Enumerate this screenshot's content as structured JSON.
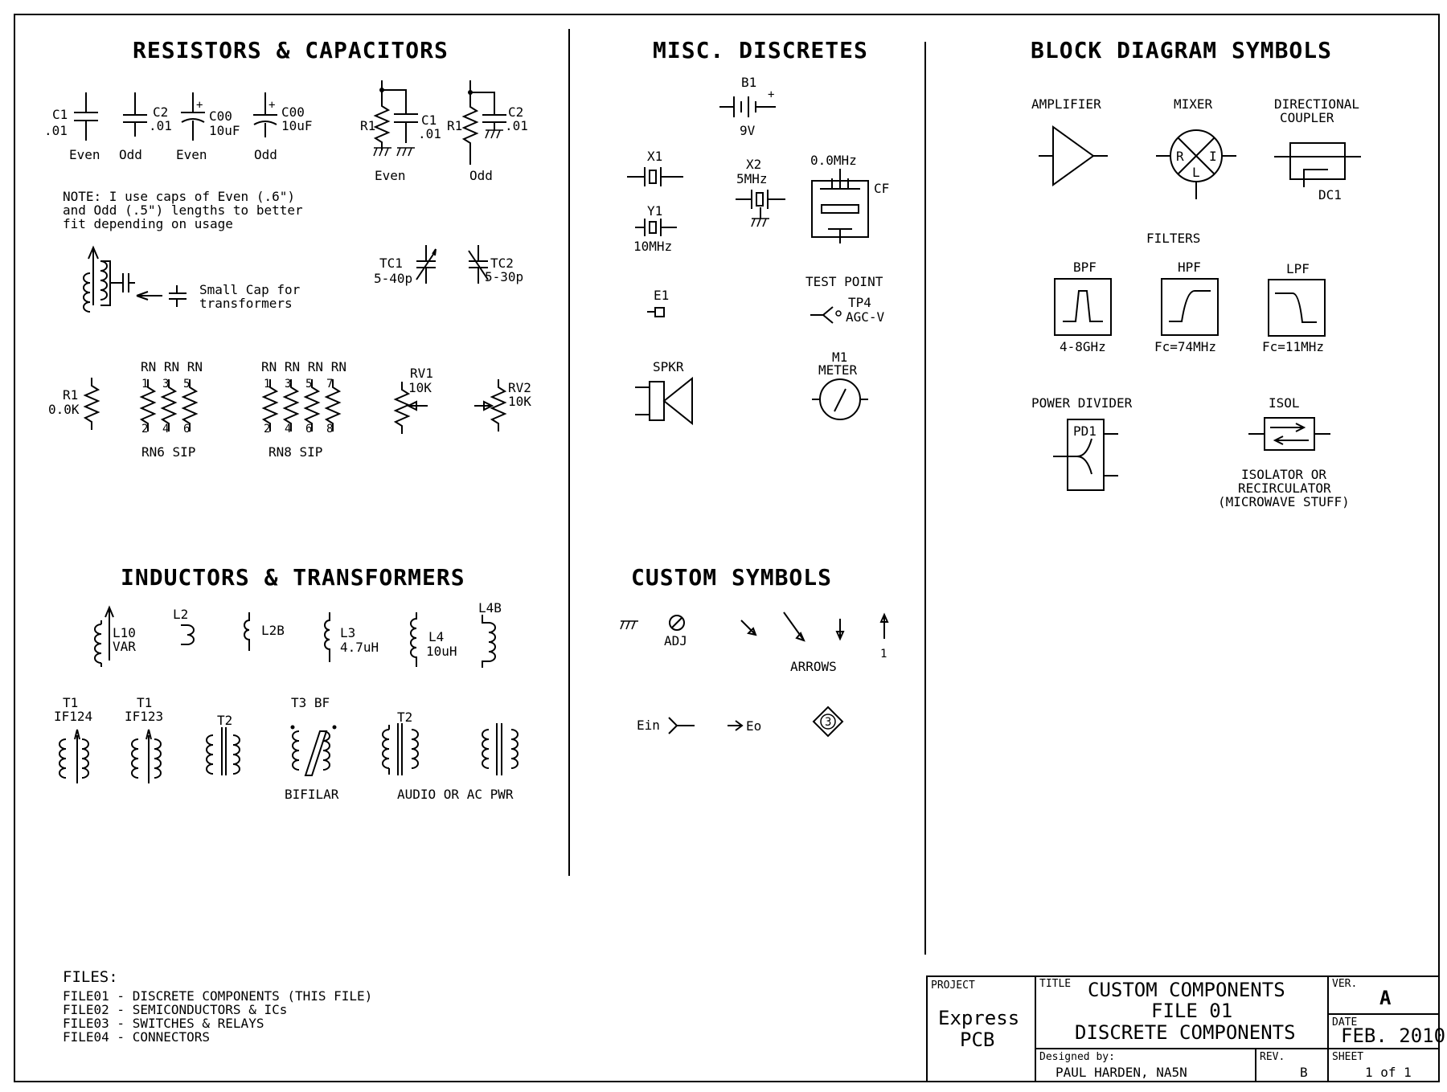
{
  "sections": {
    "resistors_caps": "RESISTORS & CAPACITORS",
    "misc_discretes": "MISC. DISCRETES",
    "block_diagram": "BLOCK DIAGRAM SYMBOLS",
    "inductors": "INDUCTORS & TRANSFORMERS",
    "custom_symbols": "CUSTOM SYMBOLS"
  },
  "caps": {
    "c1_name": "C1",
    "c1_val": ".01",
    "c2_name": "C2",
    "c2_val": ".01",
    "c00a_name": "C00",
    "c00a_val": "10uF",
    "c00b_name": "C00",
    "c00b_val": "10uF",
    "even1": "Even",
    "odd1": "Odd",
    "even2": "Even",
    "odd2": "Odd",
    "rc_even_r": "R1",
    "rc_even_c": "C1",
    "rc_even_v": ".01",
    "rc_even_lbl": "Even",
    "rc_odd_r": "R1",
    "rc_odd_c": "C2",
    "rc_odd_v": ".01",
    "rc_odd_lbl": "Odd",
    "note_lines": [
      "NOTE: I use caps of Even (.6\")",
      "and Odd (.5\") lengths to better",
      "fit depending on usage"
    ],
    "small_cap_lines": [
      "Small Cap for",
      "transformers"
    ],
    "tc1_name": "TC1",
    "tc1_val": "5-40p",
    "tc2_name": "TC2",
    "tc2_val": "5-30p"
  },
  "resistors": {
    "r1_name": "R1",
    "r1_val": "0.0K",
    "rn_label": "RN RN RN",
    "rn8_label": "RN RN RN RN",
    "rn6_name": "RN6 SIP",
    "rn8_name": "RN8 SIP",
    "rn6_top": [
      "1",
      "3",
      "5"
    ],
    "rn6_bot": [
      "2",
      "4",
      "6"
    ],
    "rn8_top": [
      "1",
      "3",
      "5",
      "7"
    ],
    "rn8_bot": [
      "2",
      "4",
      "6",
      "8"
    ],
    "rv1_name": "RV1",
    "rv1_val": "10K",
    "rv2_name": "RV2",
    "rv2_val": "10K"
  },
  "misc": {
    "b1_name": "B1",
    "b1_val": "9V",
    "x1_name": "X1",
    "x2_name": "X2",
    "x2_val": "5MHz",
    "y1_name": "Y1",
    "y1_val": "10MHz",
    "cf_freq": "0.0MHz",
    "cf_name": "CF",
    "e1_name": "E1",
    "test_point": "TEST POINT",
    "tp4_name": "TP4",
    "tp4_val": "AGC-V",
    "spkr_name": "SPKR",
    "m1_name": "M1",
    "m1_val": "METER"
  },
  "block": {
    "amplifier": "AMPLIFIER",
    "mixer": "MIXER",
    "mix_r": "R",
    "mix_i": "I",
    "mix_l": "L",
    "dir_coupler_lines": [
      "DIRECTIONAL",
      "COUPLER"
    ],
    "dc1": "DC1",
    "filters": "FILTERS",
    "bpf": "BPF",
    "bpf_val": "4-8GHz",
    "hpf": "HPF",
    "hpf_val": "Fc=74MHz",
    "lpf": "LPF",
    "lpf_val": "Fc=11MHz",
    "power_divider": "POWER DIVIDER",
    "pd1": "PD1",
    "isol": "ISOL",
    "isol_lines": [
      "ISOLATOR OR",
      "RECIRCULATOR",
      "(MICROWAVE STUFF)"
    ]
  },
  "inductors": {
    "l10_name": "L10",
    "l10_val": "VAR",
    "l2_name": "L2",
    "l2b_name": "L2B",
    "l3_name": "L3",
    "l3_val": "4.7uH",
    "l4_name": "L4",
    "l4_val": "10uH",
    "l4b_name": "L4B",
    "t1a_name": "T1",
    "t1a_val": "IF124",
    "t1b_name": "T1",
    "t1b_val": "IF123",
    "t2a_name": "T2",
    "t3_name": "T3 BF",
    "t2b_name": "T2",
    "bifilar": "BIFILAR",
    "audio": "AUDIO OR AC PWR"
  },
  "custom": {
    "adj": "ADJ",
    "arrows": "ARROWS",
    "one": "1",
    "ein": "Ein",
    "eo": "Eo",
    "three": "3"
  },
  "files": {
    "title": "FILES:",
    "lines": [
      "FILE01 - DISCRETE COMPONENTS (THIS FILE)",
      "FILE02 - SEMICONDUCTORS & ICs",
      "FILE03 - SWITCHES & RELAYS",
      "FILE04 - CONNECTORS"
    ]
  },
  "title_block": {
    "project_lbl": "PROJECT",
    "project_l1": "Express",
    "project_l2": "PCB",
    "title_lbl": "TITLE",
    "title_lines": [
      "CUSTOM COMPONENTS",
      "FILE 01",
      "DISCRETE COMPONENTS"
    ],
    "ver_lbl": "VER.",
    "ver": "A",
    "date_lbl": "DATE",
    "date": "FEB. 2010",
    "designed_lbl": "Designed by:",
    "designer": "PAUL HARDEN, NA5N",
    "rev_lbl": "REV.",
    "rev": "B",
    "sheet_lbl": "SHEET",
    "sheet": "1 of 1"
  }
}
